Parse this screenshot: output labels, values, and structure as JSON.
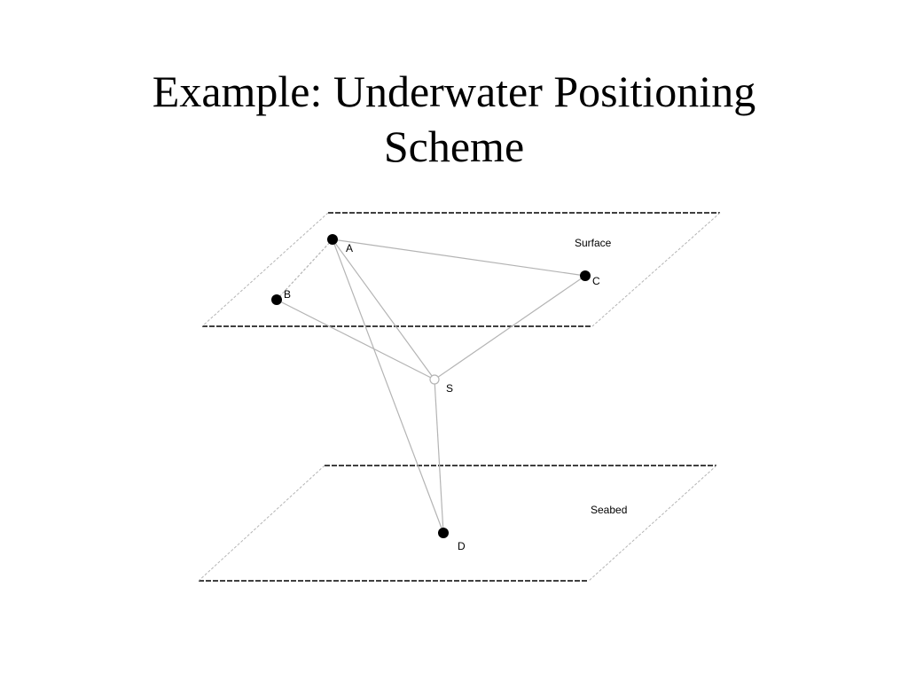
{
  "slide": {
    "title_line1": "Example: Underwater Positioning",
    "title_line2": "Scheme"
  },
  "diagram": {
    "planes": {
      "surface_label": "Surface",
      "seabed_label": "Seabed"
    },
    "nodes": {
      "A": "A",
      "B": "B",
      "C": "C",
      "S": "S",
      "D": "D"
    },
    "colors": {
      "dashed_edge": "#000000",
      "thin_edge": "#b4b4b4",
      "node_fill": "#000000"
    }
  }
}
